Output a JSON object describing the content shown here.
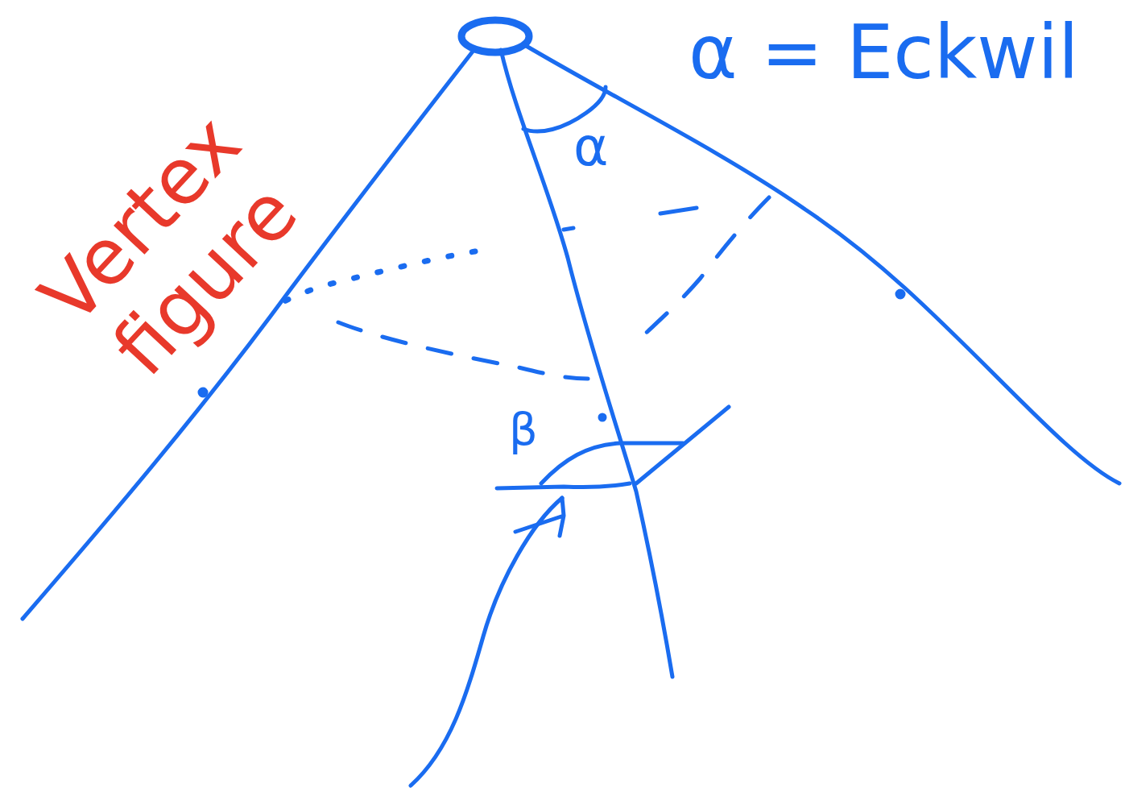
{
  "diagram": {
    "labels": [
      "Vertex figure",
      "α = Eckwil",
      "α",
      "β"
    ]
  }
}
